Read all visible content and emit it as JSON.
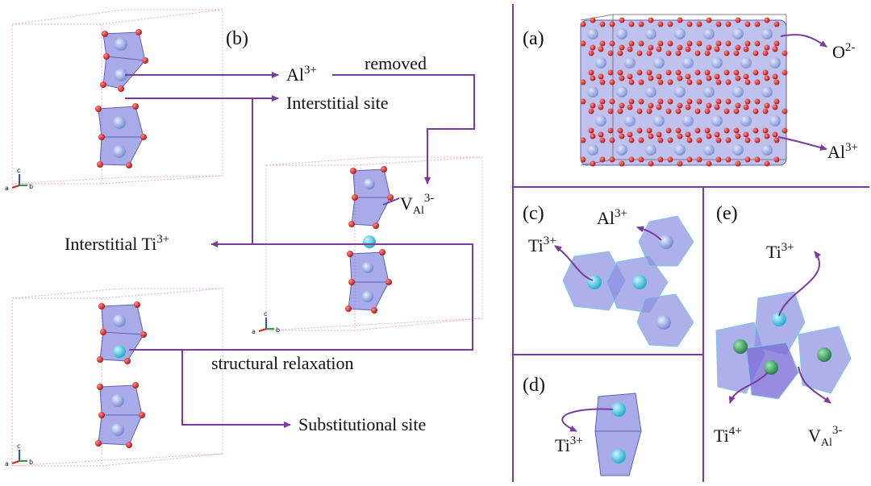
{
  "panels": {
    "a": "(a)",
    "b": "(b)",
    "c": "(c)",
    "d": "(d)",
    "e": "(e)"
  },
  "labels": {
    "o2_base": "O",
    "o2_sup": "2-",
    "al_base": "Al",
    "al_sup": "3+",
    "ti_base": "Ti",
    "ti3_sup": "3+",
    "ti4_sup": "4+",
    "v_base": "V",
    "v_sub": "Al",
    "v_sup": "3-",
    "removed": "removed",
    "interstitial_site": "Interstitial site",
    "interstitial_ti": "Interstitial Ti",
    "structural_relaxation": "structural relaxation",
    "substitutional_site": "Substitutional site"
  },
  "axes": {
    "a": "a",
    "b": "b",
    "c": "c"
  },
  "colors": {
    "polyhedron": "#8c8fe0",
    "polyhedron_edge": "#6a6fc4",
    "oxygen": "#d81f1f",
    "al_ion": "#9fb0e8",
    "ti_ion": "#3ec8e0",
    "ti4_ion": "#2f9e5a",
    "arrow": "#7a3a9e",
    "cell_box": "#e7a6d8",
    "frame": "#7a3a9e"
  }
}
